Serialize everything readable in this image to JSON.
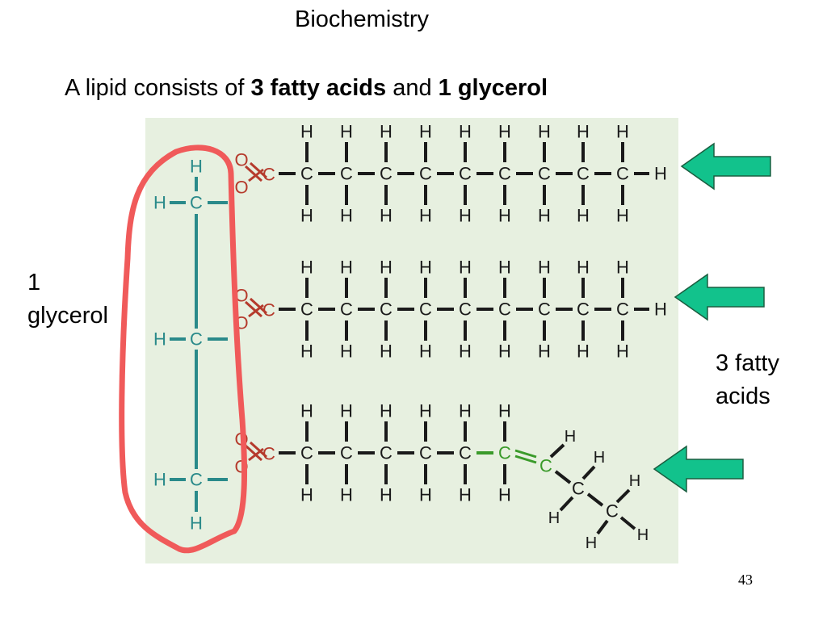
{
  "slide": {
    "title": "Biochemistry",
    "subtitle_prefix": "A lipid consists of ",
    "subtitle_bold1": "3 fatty acids",
    "subtitle_mid": " and ",
    "subtitle_bold2": "1 glycerol",
    "page_number": "43"
  },
  "labels": {
    "glycerol_line1": "1",
    "glycerol_line2": "glycerol",
    "fatty_line1": "3 fatty",
    "fatty_line2": "acids"
  },
  "atoms": {
    "carbon": "C",
    "hydrogen": "H",
    "oxygen": "O"
  },
  "colors": {
    "background_panel": "#e7f0e0",
    "glycerol_teal": "#2a8a8a",
    "chain_black": "#1a1a1a",
    "oxygen_red": "#b53a2c",
    "double_bond_green": "#3a9a2a",
    "highlight_red": "#f05a5a",
    "arrow_green": "#12c28c",
    "arrow_outline": "#1b5e40"
  }
}
